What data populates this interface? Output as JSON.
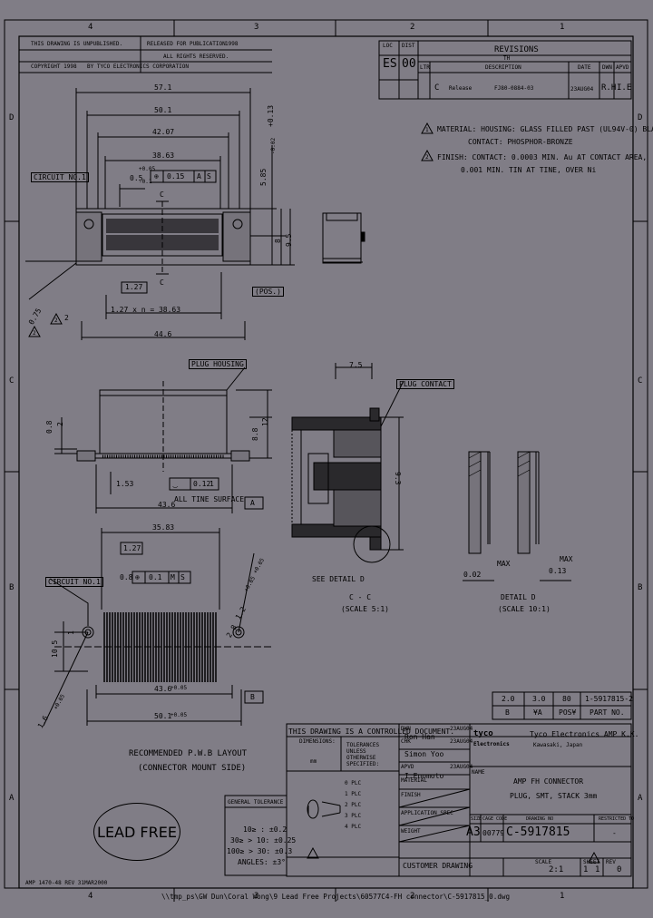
{
  "zones": {
    "columns": [
      "4",
      "3",
      "2",
      "1"
    ],
    "rows": [
      "D",
      "C",
      "B",
      "A"
    ]
  },
  "title_header": {
    "notice": "THIS DRAWING IS UNPUBLISHED.",
    "released": "RELEASED FOR PUBLICATION",
    "released_year": "1998",
    "copyright": "COPYRIGHT 1998",
    "company": "BY TYCO ELECTRONICS CORPORATION",
    "rights": "ALL RIGHTS RESERVED."
  },
  "revisions": {
    "title": "REVISIONS",
    "subtitle": "TH",
    "loc_label": "LOC",
    "dist_label": "DIST",
    "loc": "ES",
    "dist": "00",
    "headers": [
      "LTR",
      "DESCRIPTION",
      "DATE",
      "DWN",
      "APVD"
    ],
    "rows": [
      {
        "ltr": "C",
        "type": "Release",
        "description": "FJ80-0884-03",
        "date": "23AUG04",
        "dwn": "R.H",
        "apvd": "I.E"
      }
    ]
  },
  "notes": {
    "note1_number": "1",
    "note1": "MATERIAL: HOUSING: GLASS FILLED PAST (UL94V-0) BLACK",
    "note1b": "CONTACT: PHOSPHOR-BRONZE",
    "note2_number": "2",
    "note2": "FINISH: CONTACT: 0.0003 MIN. Au AT CONTACT AREA,",
    "note2b": "0.001 MIN. TIN AT TINE, OVER Ni"
  },
  "top_view": {
    "dims": [
      "57.1",
      "50.1",
      "42.07",
      "38.63",
      "+0.05",
      "0.5",
      "-0.1",
      "0.15",
      "A",
      "S",
      "1.27",
      "1.27 x n = 38.63",
      "44.6",
      "+0.13",
      "5.85",
      "-0.02",
      "9.5",
      "8",
      "0.75",
      "2"
    ],
    "labels": [
      "CIRCUIT NO.1",
      "(POS.)",
      "C",
      "C"
    ]
  },
  "side_view": {
    "dims": [
      "1.53",
      "0.12",
      "1",
      "43.6",
      "0.8",
      "2",
      "8.8",
      "12"
    ],
    "labels": [
      "PLUG HOUSING",
      "ALL TINE SURFACE",
      "A"
    ]
  },
  "section_view": {
    "dims": [
      "7.5",
      "9.3"
    ],
    "labels": [
      "PLUG CONTACT",
      "SEE DETAIL D",
      "C - C",
      "(SCALE 5:1)"
    ]
  },
  "detail_d": {
    "dims": [
      "0.02",
      "MAX",
      "0.13",
      "MAX"
    ],
    "labels": [
      "DETAIL D",
      "(SCALE 10:1)"
    ]
  },
  "pcb_layout": {
    "dims": [
      "35.83",
      "1.27",
      "0.8",
      "0.1",
      "M",
      "S",
      "10.5",
      "1",
      "43.6",
      "+0.05",
      "50.1",
      "+0.05",
      "2.8",
      "+0.05",
      "1.2",
      "+0.05",
      "1.6",
      "+0.05"
    ],
    "labels": [
      "CIRCUIT NO.1",
      "B"
    ],
    "caption": "RECOMMENDED P.W.B LAYOUT",
    "caption2": "(CONNECTOR MOUNT SIDE)"
  },
  "part_table": {
    "rows": [
      [
        "2.0",
        "3.0",
        "80",
        "1-5917815-2"
      ],
      [
        "B",
        "¥A",
        "POS¥",
        "PART NO."
      ]
    ]
  },
  "title_block": {
    "controlled": "THIS DRAWING IS A CONTROLLED DOCUMENT.",
    "dwn_label": "DWN",
    "dwn_name": "Ron Han",
    "dwn_date": "23AUG04",
    "chk_label": "CHK",
    "chk_name": "Simon Yoo",
    "chk_date": "23AUG04",
    "apvd_label": "APVD",
    "apvd_name": "I.Enomoto",
    "apvd_date": "23AUG04",
    "dimensions_label": "DIMENSIONS:",
    "dimensions_value": "mm",
    "tolerances_label": "TOLERANCES UNLESS OTHERWISE SPECIFIED:",
    "plc_lines": [
      "0 PLC",
      "1 PLC",
      "2 PLC",
      "3 PLC",
      "4 PLC"
    ],
    "material_label": "MATERIAL",
    "finish_label": "FINISH",
    "application_spec": "APPLICATION SPEC",
    "weight": "WEIGHT",
    "customer": "CUSTOMER DRAWING",
    "brand": "tyco",
    "brand2": "Electronics",
    "company": "Tyco Electronics AMP K.K.",
    "city": "Kawasaki, Japan",
    "name_label": "NAME",
    "part_name1": "AMP FH CONNECTOR",
    "part_name2": "PLUG, SMT, STACK 3mm",
    "size_label": "SIZE",
    "cage_label": "CAGE CODE",
    "dwg_label": "DRAWING NO",
    "restricted_label": "RESTRICTED TO",
    "size": "A3",
    "cage": "00779",
    "drawing_no": "C-5917815",
    "restricted": "-",
    "scale_label": "SCALE",
    "scale": "2:1",
    "sheet_label": "SHEET",
    "sheet": "1",
    "of": "1",
    "rev_label": "REV",
    "rev": "0"
  },
  "general_tolerance": {
    "title": "GENERAL TOLERANCE",
    "lines": [
      "10≥ : ±0.2",
      "30≥ > 10: ±0.25",
      "100≥ > 30: ±0.3",
      "ANGLES: ±3°"
    ]
  },
  "lead_free": "LEAD FREE",
  "form_no": "AMP 1470-48 REV 31MAR2000",
  "file_path": "\\\\tmp_ps\\GW Dun\\Coral Wong\\9 Lead Free Projects\\60577C4-FH connector\\C-5917815_0.dwg"
}
